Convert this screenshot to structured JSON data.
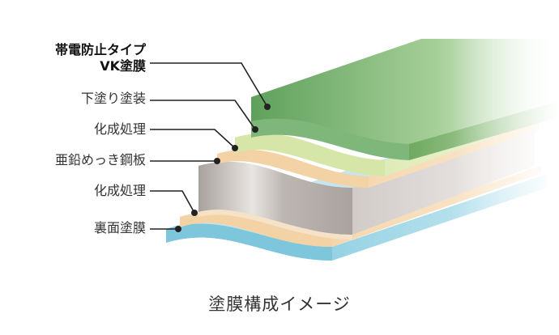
{
  "labels": {
    "top_coat_line1": "帯電防止タイプ",
    "top_coat_line2": "VK塗膜",
    "primer": "下塗り塗装",
    "chem_treat_upper": "化成処理",
    "steel_sheet": "亜鉛めっき鋼板",
    "chem_treat_lower": "化成処理",
    "back_coat": "裏面塗膜"
  },
  "caption": "塗膜構成イメージ",
  "colors": {
    "top_coat": "#7fb77a",
    "primer": "#d6e6a8",
    "chem_treat": "#f3d2a6",
    "steel": "#b9b3ae",
    "back_coat": "#7ec6dc",
    "leader": "#222222"
  }
}
